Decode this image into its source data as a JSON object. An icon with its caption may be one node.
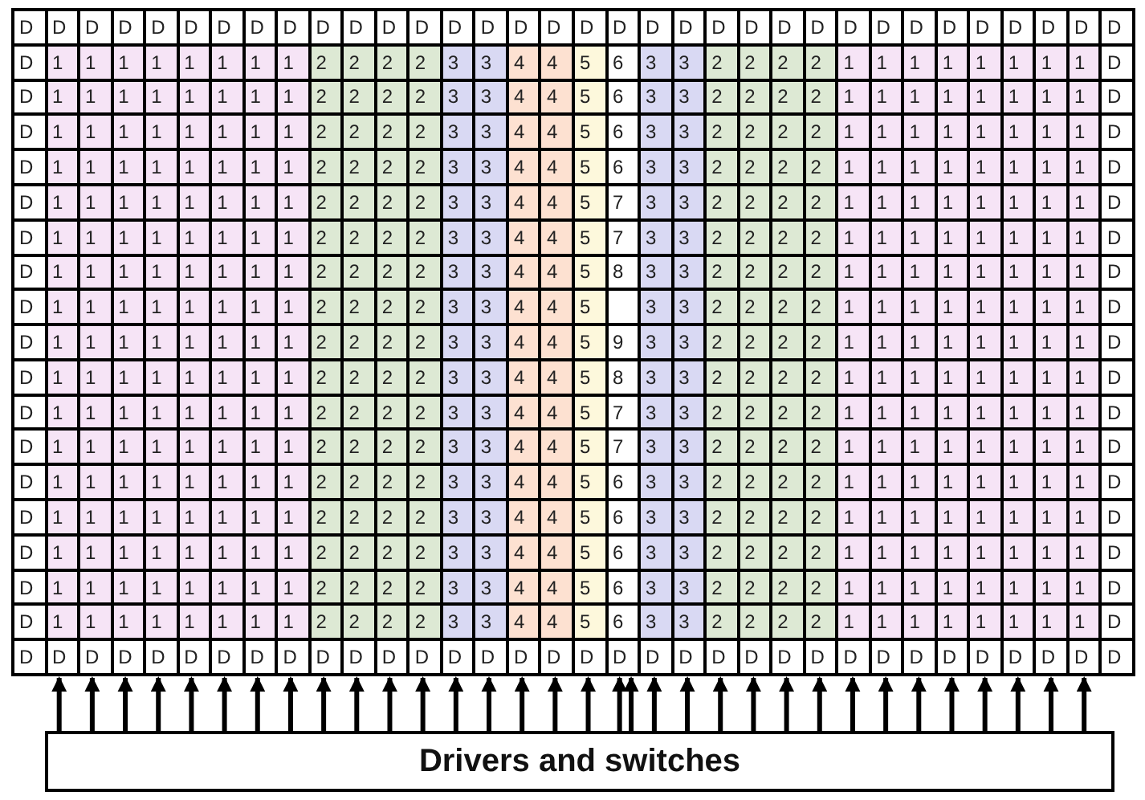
{
  "diagram": {
    "nodes": [
      {
        "text": [
          "D"
        ]
      },
      {
        "text": [
          "D"
        ]
      },
      {
        "text": [
          "D"
        ]
      },
      {
        "text": [
          "D"
        ]
      },
      {
        "text": [
          "D"
        ]
      },
      {
        "text": [
          "D"
        ]
      },
      {
        "text": [
          "D"
        ]
      },
      {
        "text": [
          "D"
        ]
      },
      {
        "text": [
          "D"
        ]
      },
      {
        "text": [
          "D"
        ]
      },
      {
        "text": [
          "D"
        ]
      },
      {
        "text": [
          "D"
        ]
      },
      {
        "text": [
          "D"
        ]
      },
      {
        "text": [
          "D"
        ]
      },
      {
        "text": [
          "D"
        ]
      },
      {
        "text": [
          "D"
        ]
      },
      {
        "text": [
          "D"
        ]
      },
      {
        "text": [
          "D"
        ]
      },
      {
        "text": [
          "D"
        ]
      },
      {
        "text": [
          "D"
        ]
      },
      {
        "text": [
          "D"
        ]
      },
      {
        "text": [
          "D"
        ]
      },
      {
        "text": [
          "D"
        ]
      },
      {
        "text": [
          "D"
        ]
      },
      {
        "text": [
          "D"
        ]
      },
      {
        "text": [
          "D"
        ]
      },
      {
        "text": [
          "D"
        ]
      },
      {
        "text": [
          "D"
        ]
      },
      {
        "text": [
          "D"
        ]
      },
      {
        "text": [
          "D"
        ]
      },
      {
        "text": [
          "D"
        ]
      },
      {
        "text": [
          "D"
        ]
      },
      {
        "text": [
          "D"
        ]
      },
      {
        "text": [
          "D"
        ]
      },
      {
        "text": [
          "Drivers and switches"
        ]
      }
    ],
    "edges": [
      {
        "from": 34,
        "to": 1,
        "arrow": "to"
      },
      {
        "from": 34,
        "to": 2,
        "arrow": "to"
      },
      {
        "from": 34,
        "to": 3,
        "arrow": "to"
      },
      {
        "from": 34,
        "to": 4,
        "arrow": "to"
      },
      {
        "from": 34,
        "to": 5,
        "arrow": "to"
      },
      {
        "from": 34,
        "to": 6,
        "arrow": "to"
      },
      {
        "from": 34,
        "to": 7,
        "arrow": "to"
      },
      {
        "from": 34,
        "to": 8,
        "arrow": "to"
      },
      {
        "from": 34,
        "to": 9,
        "arrow": "to"
      },
      {
        "from": 34,
        "to": 10,
        "arrow": "to"
      },
      {
        "from": 34,
        "to": 11,
        "arrow": "to"
      },
      {
        "from": 34,
        "to": 12,
        "arrow": "to"
      },
      {
        "from": 34,
        "to": 13,
        "arrow": "to"
      },
      {
        "from": 34,
        "to": 14,
        "arrow": "to"
      },
      {
        "from": 34,
        "to": 15,
        "arrow": "to"
      },
      {
        "from": 34,
        "to": 16,
        "arrow": "to"
      },
      {
        "from": 34,
        "to": 17,
        "arrow": "to"
      },
      {
        "from": 34,
        "to": 18,
        "arrow": "to"
      },
      {
        "from": 34,
        "to": 18,
        "arrow": "to"
      },
      {
        "from": 34,
        "to": 19,
        "arrow": "to"
      },
      {
        "from": 34,
        "to": 20,
        "arrow": "to"
      },
      {
        "from": 34,
        "to": 21,
        "arrow": "to"
      },
      {
        "from": 34,
        "to": 22,
        "arrow": "to"
      },
      {
        "from": 34,
        "to": 23,
        "arrow": "to"
      },
      {
        "from": 34,
        "to": 24,
        "arrow": "to"
      },
      {
        "from": 34,
        "to": 25,
        "arrow": "to"
      },
      {
        "from": 34,
        "to": 26,
        "arrow": "to"
      },
      {
        "from": 34,
        "to": 27,
        "arrow": "to"
      },
      {
        "from": 34,
        "to": 28,
        "arrow": "to"
      },
      {
        "from": 34,
        "to": 29,
        "arrow": "to"
      },
      {
        "from": 34,
        "to": 30,
        "arrow": "to"
      },
      {
        "from": 34,
        "to": 31,
        "arrow": "to"
      },
      {
        "from": 34,
        "to": 32,
        "arrow": "to"
      }
    ],
    "labels": [
      "D",
      "D",
      "D",
      "D",
      "D",
      "D",
      "D",
      "D",
      "D",
      "D",
      "D",
      "D",
      "D",
      "D",
      "D",
      "D",
      "D",
      "D",
      "D",
      "D",
      "D",
      "D",
      "D",
      "D",
      "D",
      "D",
      "D",
      "D",
      "D",
      "D",
      "D",
      "D",
      "D",
      "D",
      "D",
      "1",
      "1",
      "1",
      "1",
      "1",
      "1",
      "1",
      "1",
      "2",
      "2",
      "2",
      "2",
      "3",
      "3",
      "4",
      "4",
      "5",
      "6",
      "3",
      "3",
      "2",
      "2",
      "2",
      "2",
      "1",
      "1",
      "1",
      "1",
      "1",
      "1",
      "1",
      "1",
      "D",
      "D",
      "1",
      "1",
      "1",
      "1",
      "1",
      "1",
      "1",
      "1",
      "2",
      "2",
      "2",
      "2",
      "3",
      "3",
      "4",
      "4",
      "5",
      "6",
      "3",
      "3",
      "2",
      "2",
      "2",
      "2",
      "1",
      "1",
      "1",
      "1",
      "1",
      "1",
      "1",
      "1",
      "D",
      "D",
      "1",
      "1",
      "1",
      "1",
      "1",
      "1",
      "1",
      "1",
      "2",
      "2",
      "2",
      "2",
      "3",
      "3",
      "4",
      "4",
      "5",
      "6",
      "3",
      "3",
      "2",
      "2",
      "2",
      "2",
      "1",
      "1",
      "1",
      "1",
      "1",
      "1",
      "1",
      "1",
      "D",
      "D",
      "1",
      "1",
      "1",
      "1",
      "1",
      "1",
      "1",
      "1",
      "2",
      "2",
      "2",
      "2",
      "3",
      "3",
      "4",
      "4",
      "5",
      "6",
      "3",
      "3",
      "2",
      "2",
      "2",
      "2",
      "1",
      "1",
      "1",
      "1",
      "1",
      "1",
      "1",
      "1",
      "D",
      "D",
      "1",
      "1",
      "1",
      "1",
      "1",
      "1",
      "1",
      "1",
      "2",
      "2",
      "2",
      "2",
      "3",
      "3",
      "4",
      "4",
      "5",
      "7",
      "3",
      "3",
      "2",
      "2",
      "2",
      "2",
      "1",
      "1",
      "1",
      "1",
      "1",
      "1",
      "1",
      "1",
      "D",
      "D",
      "1",
      "1",
      "1",
      "1",
      "1",
      "1",
      "1",
      "1",
      "2",
      "2",
      "2",
      "2",
      "3",
      "3",
      "4",
      "4",
      "5",
      "7",
      "3",
      "3",
      "2",
      "2",
      "2",
      "2",
      "1",
      "1",
      "1",
      "1",
      "1",
      "1",
      "1",
      "1",
      "D",
      "D",
      "1",
      "1",
      "1",
      "1",
      "1",
      "1",
      "1",
      "1",
      "2",
      "2",
      "2",
      "2",
      "3",
      "3",
      "4",
      "4",
      "5",
      "8",
      "3",
      "3",
      "2",
      "2",
      "2",
      "2",
      "1",
      "1",
      "1",
      "1",
      "1",
      "1",
      "1",
      "1",
      "D",
      "D",
      "1",
      "1",
      "1",
      "1",
      "1",
      "1",
      "1",
      "1",
      "2",
      "2",
      "2",
      "2",
      "3",
      "3",
      "4",
      "4",
      "5",
      "3",
      "3",
      "2",
      "2",
      "2",
      "2",
      "1",
      "1",
      "1",
      "1",
      "1",
      "1",
      "1",
      "1",
      "D",
      "D",
      "1",
      "1",
      "1",
      "1",
      "1",
      "1",
      "1",
      "1",
      "2",
      "2",
      "2",
      "2",
      "3",
      "3",
      "4",
      "4",
      "5",
      "9",
      "3",
      "3",
      "2",
      "2",
      "2",
      "2",
      "1",
      "1",
      "1",
      "1",
      "1",
      "1",
      "1",
      "1",
      "D",
      "D",
      "1",
      "1",
      "1",
      "1",
      "1",
      "1",
      "1",
      "1",
      "2",
      "2",
      "2",
      "2",
      "3",
      "3",
      "4",
      "4",
      "5",
      "8",
      "3",
      "3",
      "2",
      "2",
      "2",
      "2",
      "1",
      "1",
      "1",
      "1",
      "1",
      "1",
      "1",
      "1",
      "D",
      "D",
      "1",
      "1",
      "1",
      "1",
      "1",
      "1",
      "1",
      "1",
      "2",
      "2",
      "2",
      "2",
      "3",
      "3",
      "4",
      "4",
      "5",
      "7",
      "3",
      "3",
      "2",
      "2",
      "2",
      "2",
      "1",
      "1",
      "1",
      "1",
      "1",
      "1",
      "1",
      "1",
      "D",
      "D",
      "1",
      "1",
      "1",
      "1",
      "1",
      "1",
      "1",
      "1",
      "2",
      "2",
      "2",
      "2",
      "3",
      "3",
      "4",
      "4",
      "5",
      "7",
      "3",
      "3",
      "2",
      "2",
      "2",
      "2",
      "1",
      "1",
      "1",
      "1",
      "1",
      "1",
      "1",
      "1",
      "D",
      "D",
      "1",
      "1",
      "1",
      "1",
      "1",
      "1",
      "1",
      "1",
      "2",
      "2",
      "2",
      "2",
      "3",
      "3",
      "4",
      "4",
      "5",
      "6",
      "3",
      "3",
      "2",
      "2",
      "2",
      "2",
      "1",
      "1",
      "1",
      "1",
      "1",
      "1",
      "1",
      "1",
      "D",
      "D",
      "1",
      "1",
      "1",
      "1",
      "1",
      "1",
      "1",
      "1",
      "2",
      "2",
      "2",
      "2",
      "3",
      "3",
      "4",
      "4",
      "5",
      "6",
      "3",
      "3",
      "2",
      "2",
      "2",
      "2",
      "1",
      "1",
      "1",
      "1",
      "1",
      "1",
      "1",
      "1",
      "D",
      "D",
      "1",
      "1",
      "1",
      "1",
      "1",
      "1",
      "1",
      "1",
      "2",
      "2",
      "2",
      "2",
      "3",
      "3",
      "4",
      "4",
      "5",
      "6",
      "3",
      "3",
      "2",
      "2",
      "2",
      "2",
      "1",
      "1",
      "1",
      "1",
      "1",
      "1",
      "1",
      "1",
      "D",
      "D",
      "1",
      "1",
      "1",
      "1",
      "1",
      "1",
      "1",
      "1",
      "2",
      "2",
      "2",
      "2",
      "3",
      "3",
      "4",
      "4",
      "5",
      "6",
      "3",
      "3",
      "2",
      "2",
      "2",
      "2",
      "1",
      "1",
      "1",
      "1",
      "1",
      "1",
      "1",
      "1",
      "D",
      "D",
      "1",
      "1",
      "1",
      "1",
      "1",
      "1",
      "1",
      "1",
      "2",
      "2",
      "2",
      "2",
      "3",
      "3",
      "4",
      "4",
      "5",
      "6",
      "3",
      "3",
      "2",
      "2",
      "2",
      "2",
      "1",
      "1",
      "1",
      "1",
      "1",
      "1",
      "1",
      "1",
      "D"
    ]
  }
}
